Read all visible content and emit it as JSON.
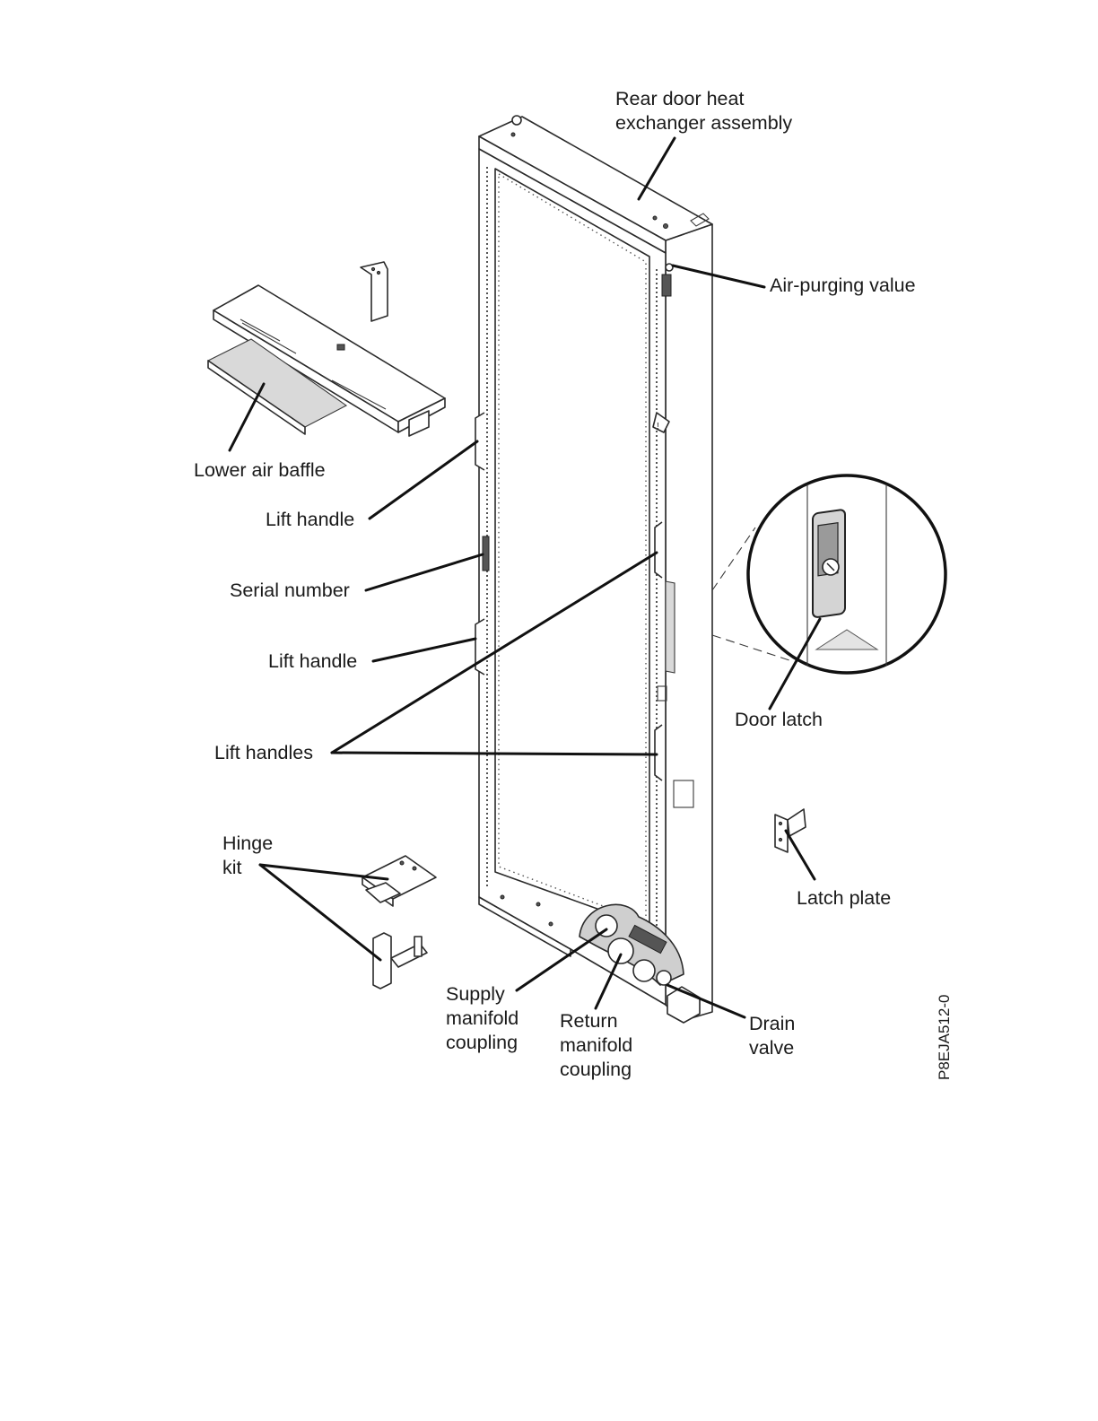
{
  "diagram": {
    "figure_id": "P8EJA512-0",
    "labels": {
      "rear_door_line1": "Rear door heat",
      "rear_door_line2": "exchanger assembly",
      "air_purging": "Air-purging value",
      "lower_air_baffle": "Lower air baffle",
      "lift_handle_upper": "Lift handle",
      "serial_number": "Serial number",
      "lift_handle_lower": "Lift handle",
      "lift_handles": "Lift handles",
      "door_latch": "Door latch",
      "hinge_kit_line1": "Hinge",
      "hinge_kit_line2": "kit",
      "latch_plate": "Latch plate",
      "supply_line1": "Supply",
      "supply_line2": "manifold",
      "supply_line3": "coupling",
      "return_line1": "Return",
      "return_line2": "manifold",
      "return_line3": "coupling",
      "drain_line1": "Drain",
      "drain_line2": "valve"
    }
  }
}
